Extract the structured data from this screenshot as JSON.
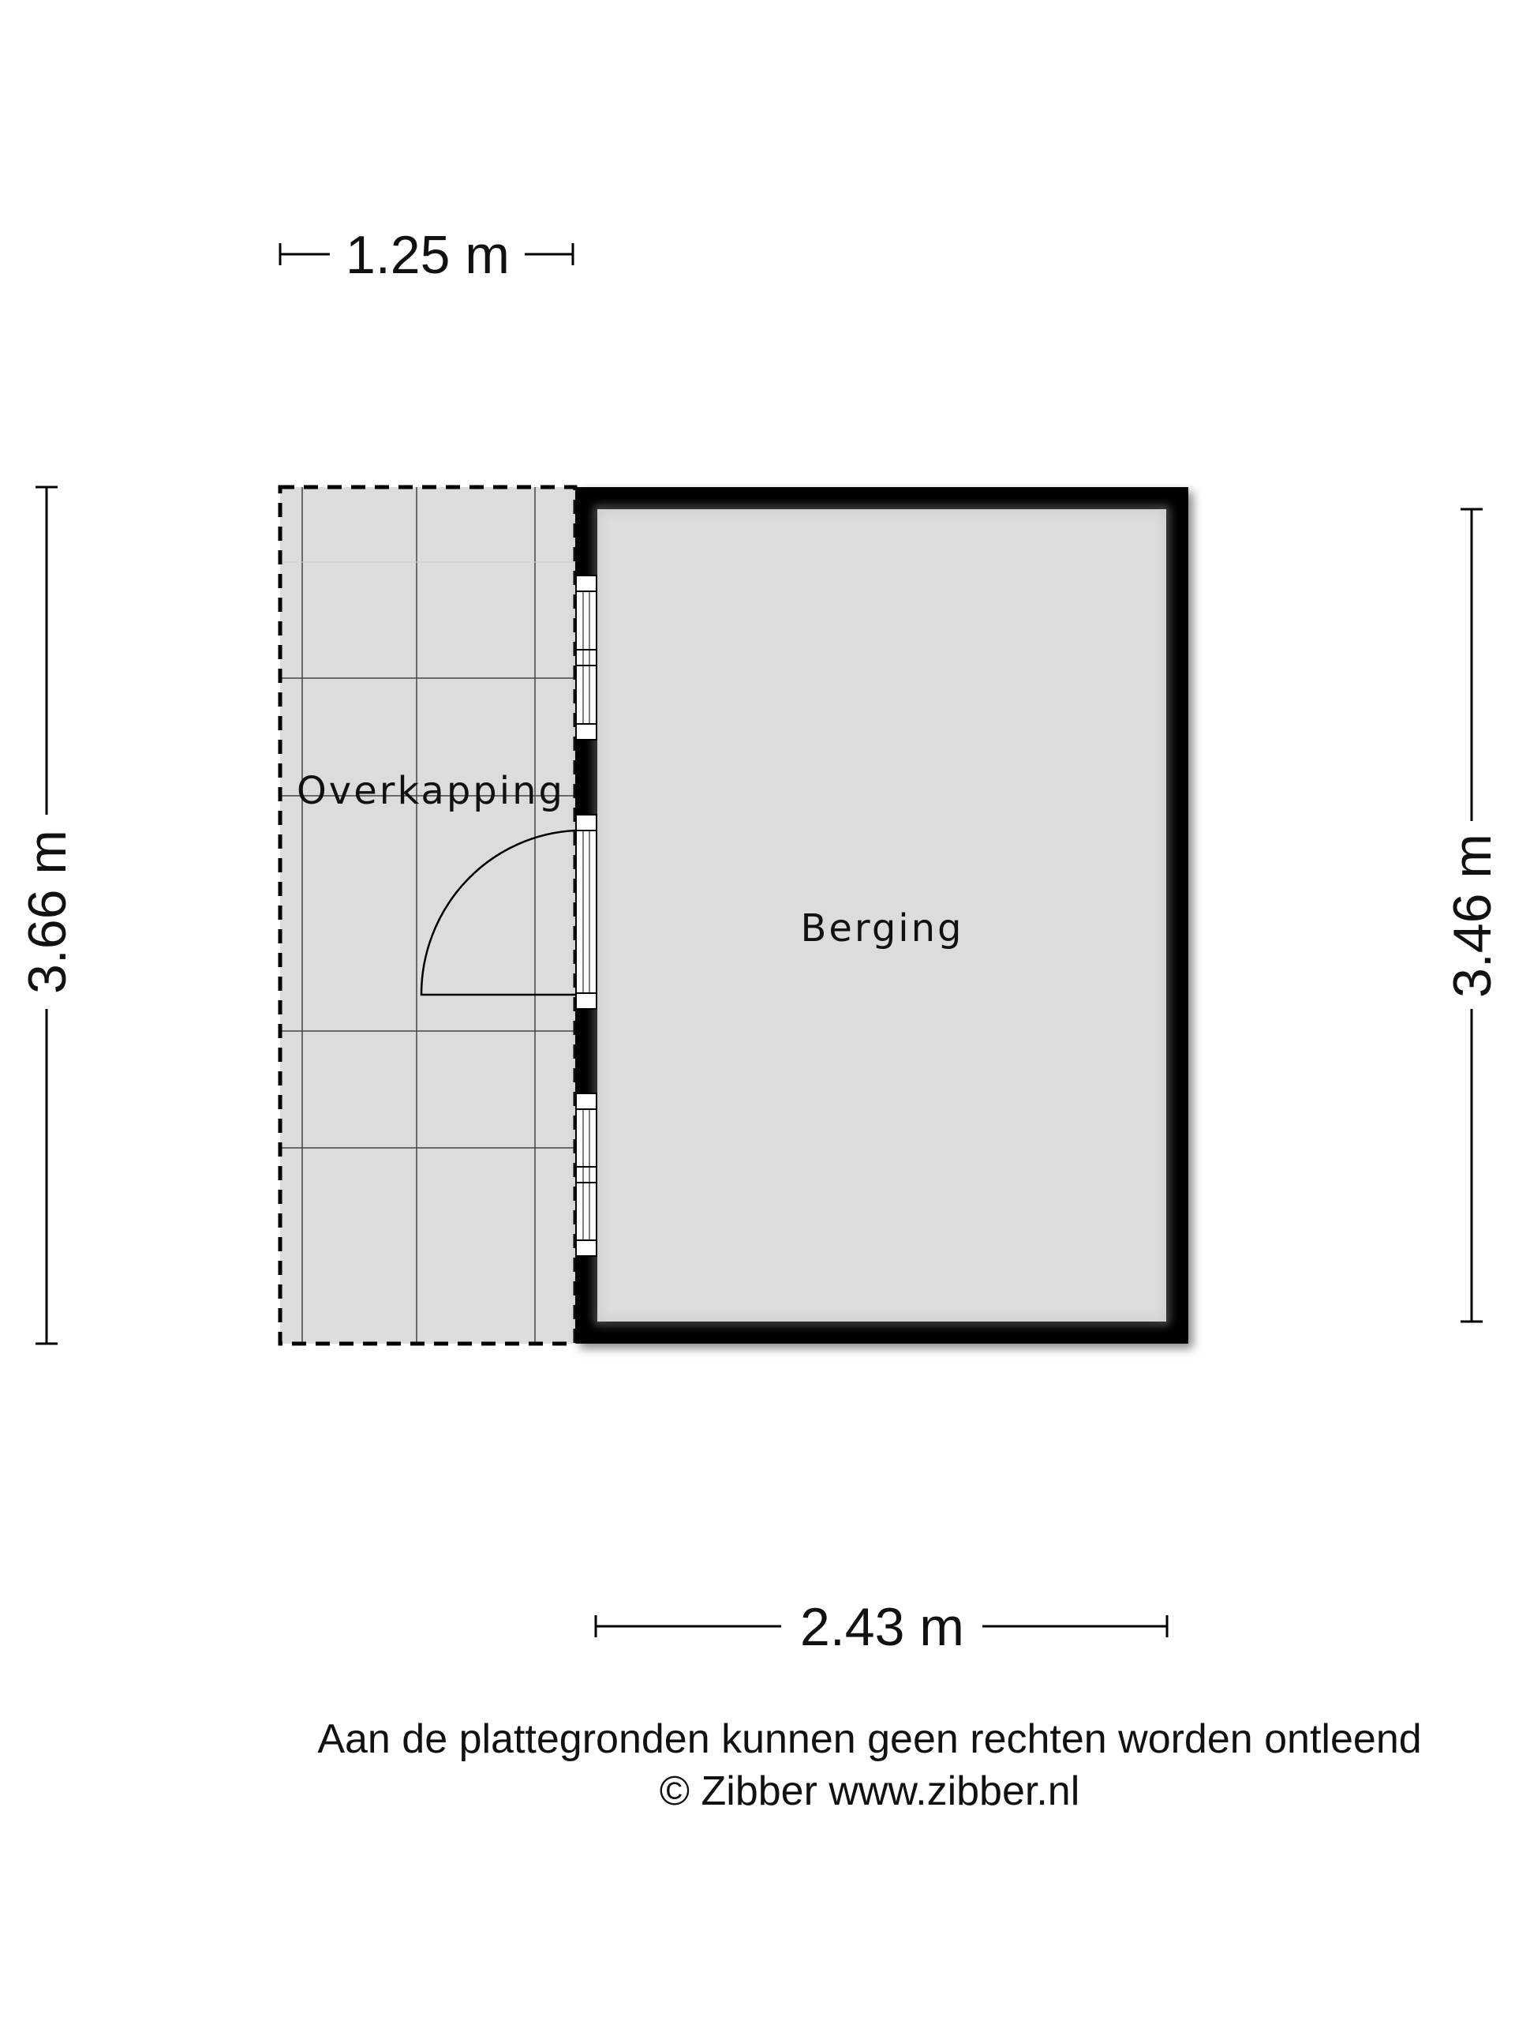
{
  "dimensions": {
    "top": "1.25 m",
    "left": "3.66 m",
    "right": "3.46 m",
    "bottom": "2.43 m"
  },
  "rooms": {
    "overkapping": "Overkapping",
    "berging": "Berging"
  },
  "footer": {
    "disclaimer": "Aan de plattegronden kunnen geen rechten worden ontleend",
    "copyright": "© Zibber www.zibber.nl"
  },
  "colors": {
    "floor": "#dcdcdc",
    "wall": "#000000"
  }
}
